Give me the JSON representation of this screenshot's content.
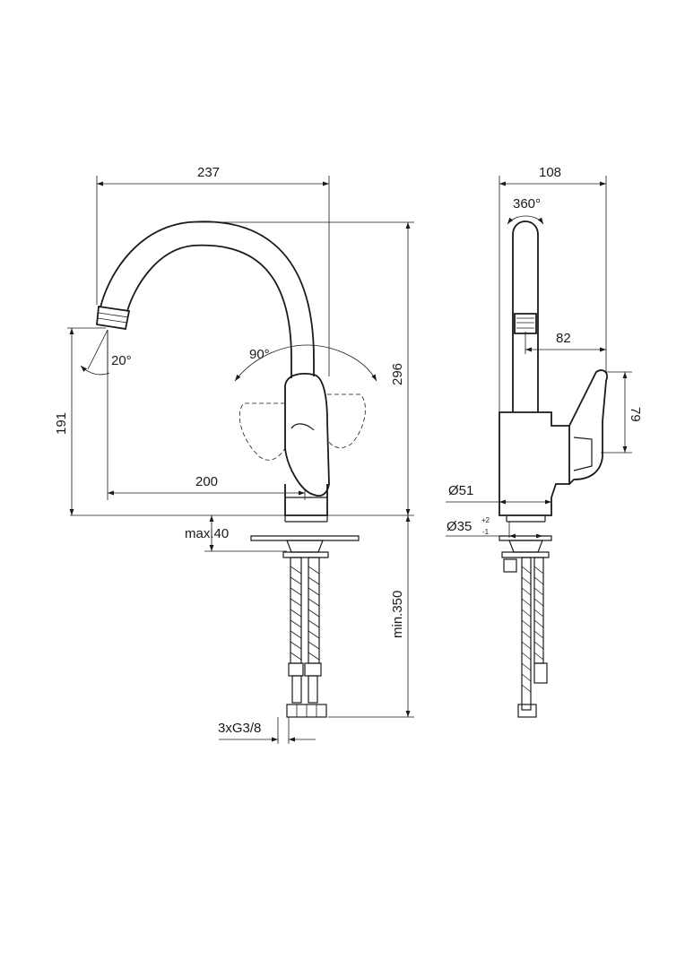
{
  "dimensions": {
    "width_237": "237",
    "height_296": "296",
    "height_191": "191",
    "reach_200": "200",
    "angle_20": "20°",
    "angle_90": "90°",
    "max_40": "max.40",
    "min_350": "min.350",
    "thread": "3xG3/8",
    "width_108": "108",
    "rotation_360": "360°",
    "dim_82": "82",
    "dim_79": "79",
    "dia_51": "Ø51",
    "dia_35": "Ø35",
    "tol_plus": "+2",
    "tol_minus": "-1"
  },
  "colors": {
    "line": "#1a1a1a",
    "background": "#ffffff"
  }
}
